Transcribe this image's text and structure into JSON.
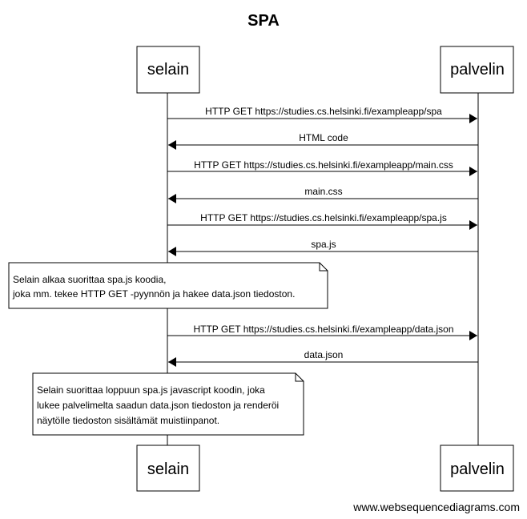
{
  "title": "SPA",
  "participants": [
    {
      "id": "selain",
      "label": "selain"
    },
    {
      "id": "palvelin",
      "label": "palvelin"
    }
  ],
  "messages": [
    {
      "from": "selain",
      "to": "palvelin",
      "label": "HTTP GET https://studies.cs.helsinki.fi/exampleapp/spa"
    },
    {
      "from": "palvelin",
      "to": "selain",
      "label": "HTML code"
    },
    {
      "from": "selain",
      "to": "palvelin",
      "label": "HTTP GET https://studies.cs.helsinki.fi/exampleapp/main.css"
    },
    {
      "from": "palvelin",
      "to": "selain",
      "label": "main.css"
    },
    {
      "from": "selain",
      "to": "palvelin",
      "label": "HTTP GET https://studies.cs.helsinki.fi/exampleapp/spa.js"
    },
    {
      "from": "palvelin",
      "to": "selain",
      "label": "spa.js"
    },
    {
      "from": "selain",
      "to": "palvelin",
      "label": "HTTP GET https://studies.cs.helsinki.fi/exampleapp/data.json"
    },
    {
      "from": "palvelin",
      "to": "selain",
      "label": "data.json"
    }
  ],
  "notes": [
    {
      "lines": [
        "Selain alkaa suorittaa spa.js koodia,",
        "joka mm. tekee HTTP GET -pyynnön ja hakee data.json tiedoston."
      ]
    },
    {
      "lines": [
        "Selain suorittaa loppuun spa.js javascript koodin, joka",
        "lukee palvelimelta saadun data.json tiedoston ja renderöi",
        "näytölle tiedoston sisältämät muistiinpanot."
      ]
    }
  ],
  "footer": "www.websequencediagrams.com"
}
